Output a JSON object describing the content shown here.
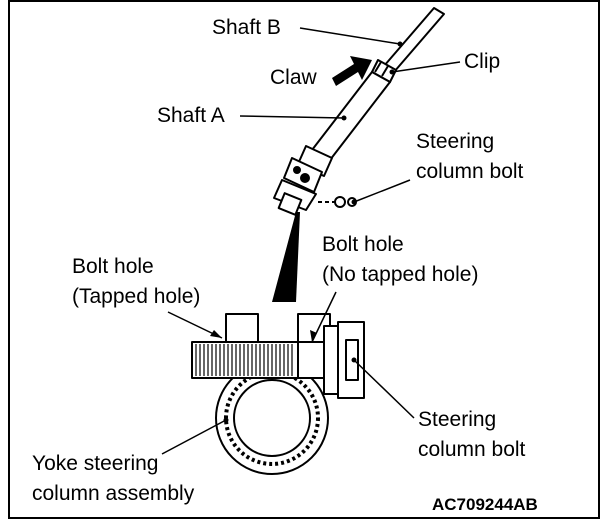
{
  "labels": {
    "shaft_b": "Shaft B",
    "clip": "Clip",
    "claw": "Claw",
    "shaft_a": "Shaft A",
    "steering_column_bolt_top_line1": "Steering",
    "steering_column_bolt_top_line2": "column bolt",
    "bolt_hole_no_tapped_line1": "Bolt hole",
    "bolt_hole_no_tapped_line2": "(No tapped hole)",
    "bolt_hole_tapped_line1": "Bolt hole",
    "bolt_hole_tapped_line2": "(Tapped hole)",
    "steering_column_bolt_bottom_line1": "Steering",
    "steering_column_bolt_bottom_line2": "column bolt",
    "yoke_line1": "Yoke steering",
    "yoke_line2": "column assembly",
    "figure_code": "AC709244AB"
  }
}
